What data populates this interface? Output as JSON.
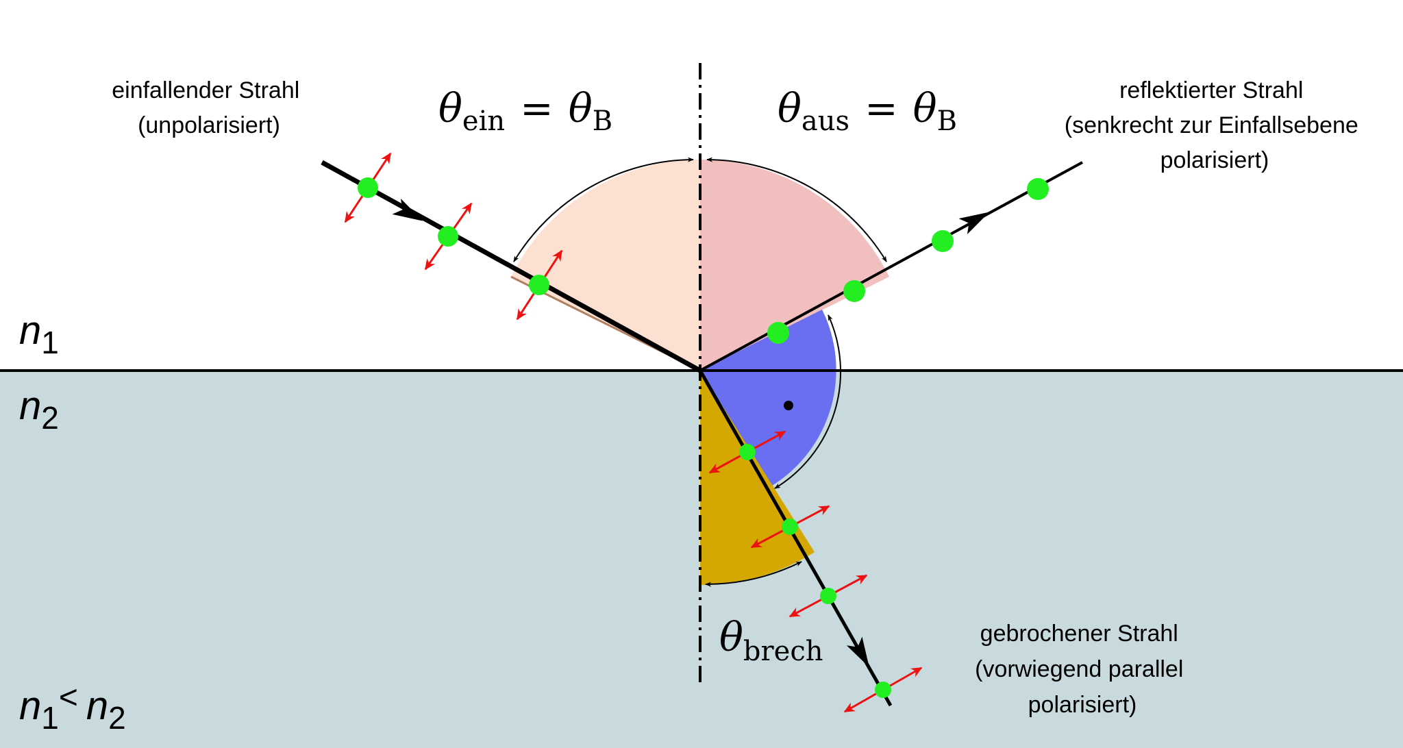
{
  "medium": {
    "top_label": {
      "base": "n",
      "sub": "1"
    },
    "bottom_label": {
      "base": "n",
      "sub": "2"
    },
    "relation": {
      "base1": "n",
      "sub1": "1",
      "op": "<",
      "base2": "n",
      "sub2": "2"
    },
    "colors": {
      "medium2": "#c8dadd",
      "interface": "#000000"
    }
  },
  "angles": {
    "incident": {
      "base": "θ",
      "sub": "ein",
      "eq": "=",
      "base2": "θ",
      "sub2": "B",
      "fill": "#fce0d2"
    },
    "reflected": {
      "base": "θ",
      "sub": "aus",
      "eq": "=",
      "base2": "θ",
      "sub2": "B",
      "fill": "#f2bfbf"
    },
    "refracted": {
      "base": "θ",
      "sub": "brech",
      "fill": "#d4a800"
    },
    "right_angle": {
      "fill": "#6a6ef0"
    }
  },
  "rays": {
    "incident": {
      "lines": [
        "einfallender Strahl",
        "(unpolarisiert)"
      ]
    },
    "reflected": {
      "lines": [
        "reflektierter Strahl",
        "(senkrecht zur Einfallsebene",
        "polarisiert)"
      ]
    },
    "refracted": {
      "lines": [
        "gebrochener Strahl",
        "(vorwiegend parallel",
        "polarisiert)"
      ]
    }
  },
  "polarization": {
    "dot_color": "#22ee22",
    "arrow_color": "#ee1111"
  }
}
